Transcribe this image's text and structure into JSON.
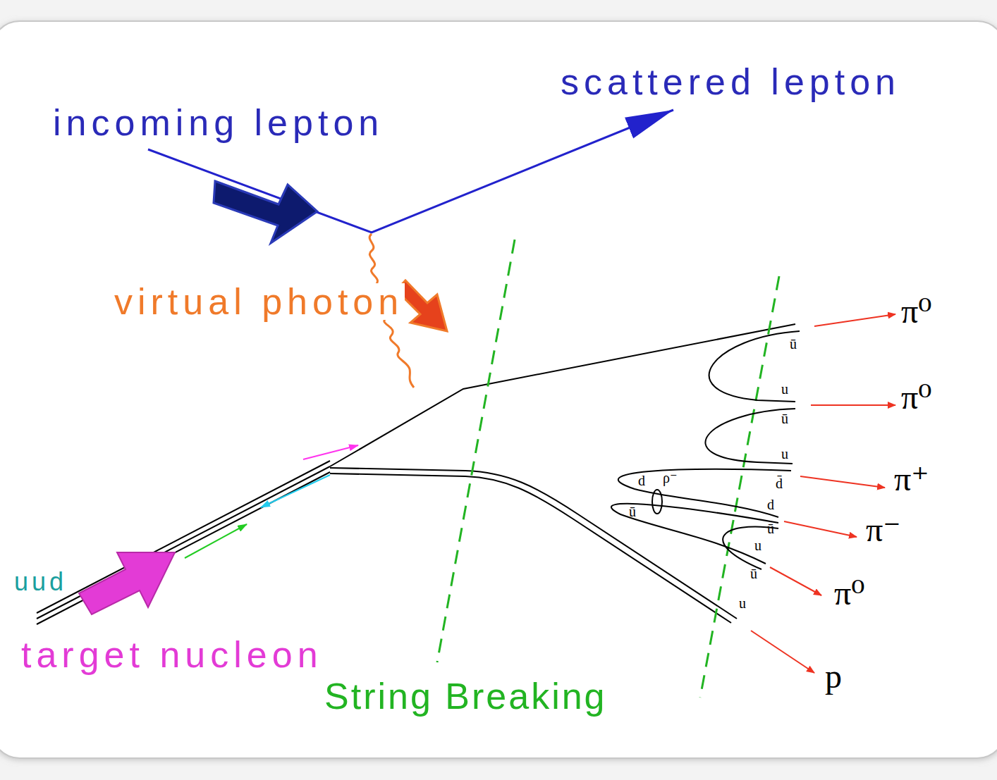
{
  "diagram": {
    "labels": [
      "scattered lepton",
      "incoming lepton",
      "virtual photon",
      "π⁰",
      "π⁰",
      "π⁺",
      "π⁻",
      "π⁰",
      "p",
      "uud",
      "target nucleon",
      "String Breaking",
      "ū",
      "u",
      "ū",
      "u",
      "d̄",
      "d",
      "ρ⁻",
      "ū",
      "d",
      "ū",
      "u",
      "ū",
      "u"
    ]
  }
}
